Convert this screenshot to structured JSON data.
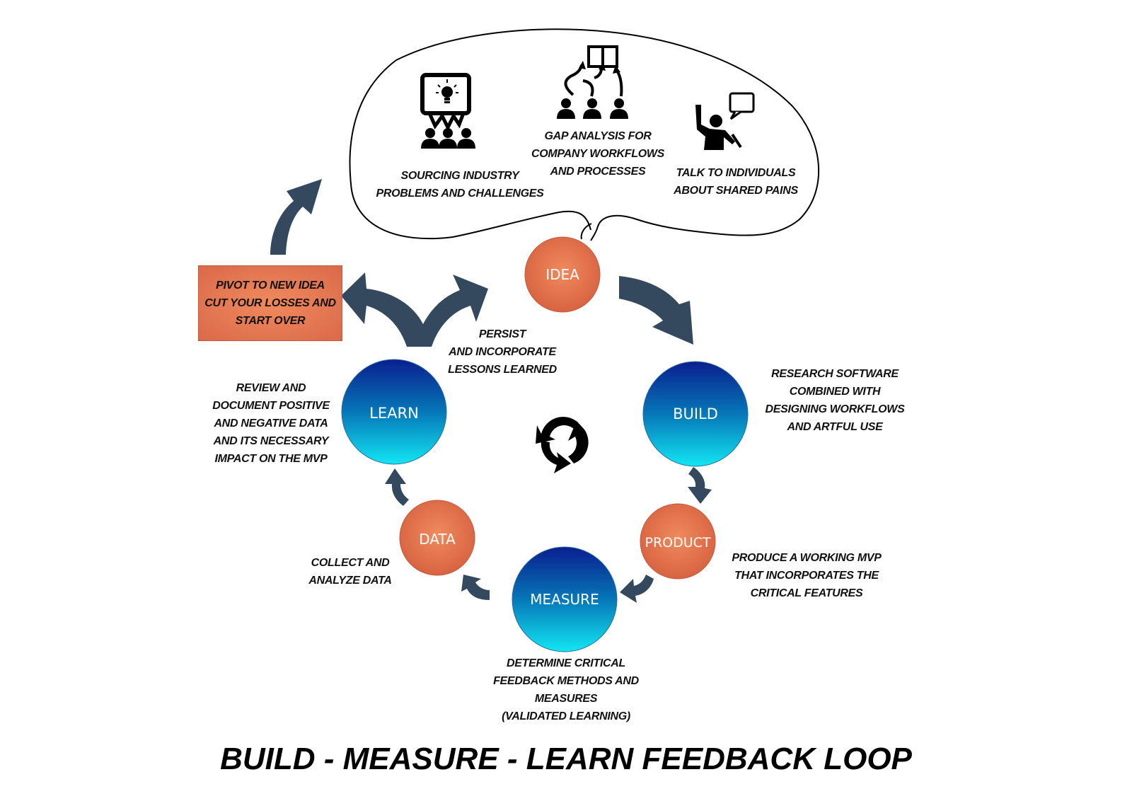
{
  "title": "BUILD - MEASURE - LEARN FEEDBACK LOOP",
  "colors": {
    "arrow": "#34495e",
    "orange_light": "#f08a5d",
    "orange_dark": "#d9694a",
    "blue_top": "#0a1f8f",
    "blue_mid": "#0677b8",
    "blue_bottom": "#12e0f0",
    "text": "#111111"
  },
  "idea_cloud": {
    "items": [
      {
        "icon": "presentation-lightbulb-audience-icon",
        "lines": [
          "SOURCING INDUSTRY",
          "PROBLEMS AND CHALLENGES"
        ]
      },
      {
        "icon": "book-arrows-group-icon",
        "lines": [
          "GAP ANALYSIS FOR",
          "COMPANY WORKFLOWS",
          "AND PROCESSES"
        ]
      },
      {
        "icon": "person-raising-hand-speech-icon",
        "lines": [
          "TALK TO INDIVIDUALS",
          "ABOUT SHARED PAINS"
        ]
      }
    ]
  },
  "nodes": {
    "idea": "IDEA",
    "build": "BUILD",
    "product": "PRODUCT",
    "measure": "MEASURE",
    "data": "DATA",
    "learn": "LEARN"
  },
  "descriptions": {
    "build": [
      "RESEARCH SOFTWARE",
      "COMBINED WITH",
      "DESIGNING WORKFLOWS",
      "AND ARTFUL USE"
    ],
    "product": [
      "PRODUCE A WORKING MVP",
      "THAT INCORPORATES THE",
      "CRITICAL FEATURES"
    ],
    "measure": [
      "DETERMINE CRITICAL",
      "FEEDBACK METHODS AND",
      "MEASURES",
      "(VALIDATED LEARNING)"
    ],
    "data": [
      "COLLECT AND",
      "ANALYZE DATA"
    ],
    "learn": [
      "REVIEW AND",
      "DOCUMENT POSITIVE",
      "AND NEGATIVE DATA",
      "AND ITS NECESSARY",
      "IMPACT ON THE MVP"
    ],
    "persist": [
      "PERSIST",
      "AND INCORPORATE",
      "LESSONS LEARNED"
    ]
  },
  "pivot": [
    "PIVOT TO NEW IDEA",
    "CUT YOUR LOSSES AND",
    "START OVER"
  ],
  "center_icon": "cycle-arrows-icon"
}
